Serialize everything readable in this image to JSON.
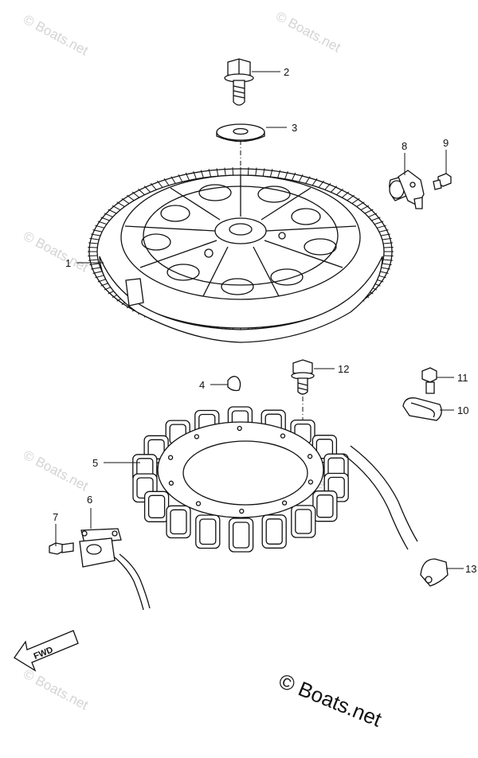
{
  "callouts": [
    {
      "num": "1",
      "part": "flywheel"
    },
    {
      "num": "2",
      "part": "bolt"
    },
    {
      "num": "3",
      "part": "washer"
    },
    {
      "num": "4",
      "part": "key"
    },
    {
      "num": "5",
      "part": "stator"
    },
    {
      "num": "6",
      "part": "pulser-coil"
    },
    {
      "num": "7",
      "part": "screw"
    },
    {
      "num": "8",
      "part": "sensor"
    },
    {
      "num": "9",
      "part": "screw"
    },
    {
      "num": "10",
      "part": "clamp"
    },
    {
      "num": "11",
      "part": "bolt"
    },
    {
      "num": "12",
      "part": "bolt"
    },
    {
      "num": "13",
      "part": "clamp"
    }
  ],
  "watermark": "© Boats.net",
  "copyright": "© Boats.net",
  "fwd_label": "FWD",
  "colors": {
    "line": "#111111",
    "watermark": "#d4d4d4",
    "background": "#ffffff"
  }
}
